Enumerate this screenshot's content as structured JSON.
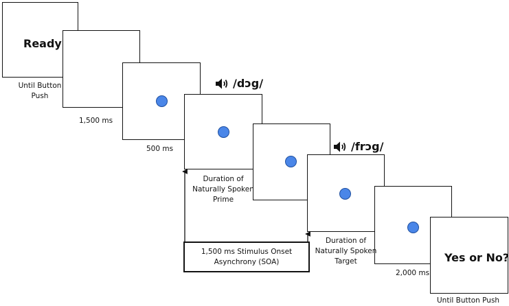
{
  "colors": {
    "dot_fill": "#4a86e8",
    "dot_stroke": "#1f4f9e",
    "frame_stroke": "#111111"
  },
  "screens": {
    "ready": {
      "text": "Ready?",
      "caption": [
        "Until Button",
        "Push"
      ]
    },
    "fixation": {
      "caption": "1,500 ms"
    },
    "pre_prime": {
      "caption": "500 ms"
    },
    "prime": {
      "audio_icon": "speaker-icon",
      "audio_word": "/dɔg/",
      "caption": [
        "Duration of",
        "Naturally Spoken",
        "Prime"
      ]
    },
    "gap": {},
    "target": {
      "audio_icon": "speaker-icon",
      "audio_word": "/frɔg/",
      "caption": [
        "Duration of",
        "Naturally Spoken",
        "Target"
      ]
    },
    "post_target": {
      "caption": "2,000 ms"
    },
    "response": {
      "text": "Yes or No?",
      "caption": "Until Button Push"
    }
  },
  "soa": {
    "lines": [
      "1,500 ms Stimulus Onset",
      "Asynchrony (SOA)"
    ]
  }
}
